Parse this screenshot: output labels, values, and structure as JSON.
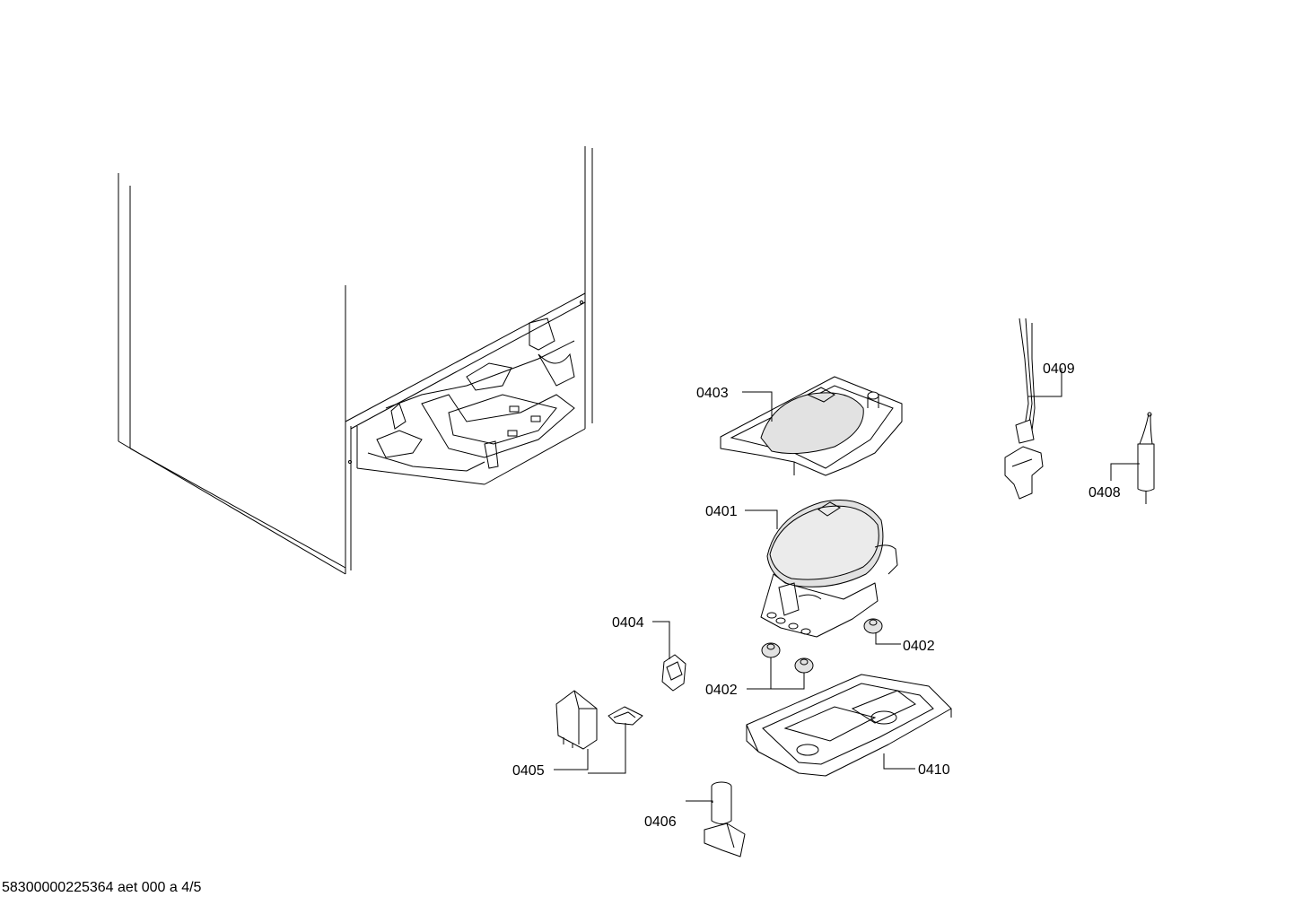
{
  "diagram": {
    "labels": {
      "p0401": "0401",
      "p0402a": "0402",
      "p0402b": "0402",
      "p0403": "0403",
      "p0404": "0404",
      "p0405": "0405",
      "p0406": "0406",
      "p0408": "0408",
      "p0409": "0409",
      "p0410": "0410"
    },
    "footer": "58300000225364 aet 000 a 4/5"
  }
}
